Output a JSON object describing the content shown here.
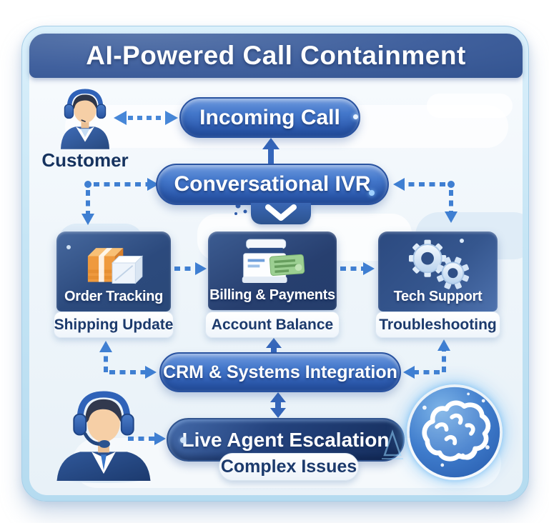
{
  "title": "AI-Powered Call Containment",
  "customer": {
    "label": "Customer"
  },
  "flow": {
    "incoming_call": "Incoming Call",
    "conversational_ivr": "Conversational IVR",
    "crm_integration": "CRM & Systems Integration",
    "live_agent_escalation": "Live Agent Escalation",
    "complex_issues": "Complex Issues"
  },
  "services": [
    {
      "label": "Order Tracking",
      "sublabel": "Shipping Update",
      "icon": "packages-icon"
    },
    {
      "label": "Billing & Payments",
      "sublabel": "Account Balance",
      "icon": "cash-register-icon"
    },
    {
      "label": "Tech Support",
      "sublabel": "Troubleshooting",
      "icon": "gears-icon"
    }
  ],
  "icons": {
    "customer": "customer-headset-avatar",
    "live_agent": "live-agent-headset-avatar",
    "ai_brain": "ai-brain-icon"
  },
  "colors": {
    "header_blue": "#3c5d9c",
    "pill_blue": "#3a6cc0",
    "card_navy": "#2d4b84",
    "escalation_navy": "#1d3a70",
    "arrow_blue": "#3e7ed4",
    "label_navy": "#1c3a6c",
    "frame_blue": "#c6e5f5"
  }
}
